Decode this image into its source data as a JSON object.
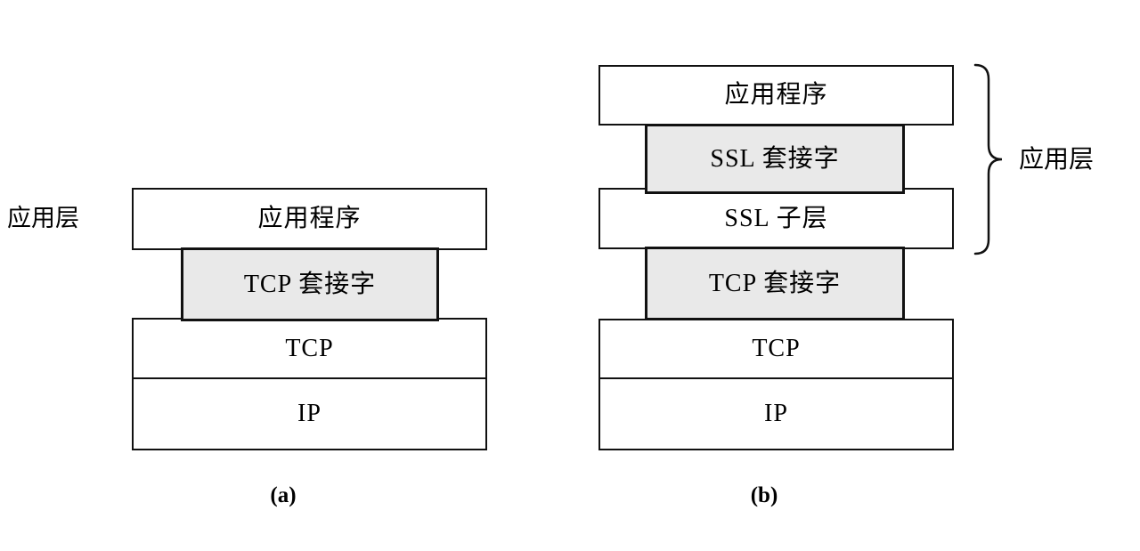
{
  "figure": {
    "colors": {
      "background": "#ffffff",
      "box_fill": "#ffffff",
      "socket_fill": "#e9e9e9",
      "border": "#111111",
      "text": "#000000"
    },
    "diagram_a": {
      "side_label": "应用层",
      "layers": {
        "app": "应用程序",
        "tcp_socket": "TCP 套接字",
        "tcp": "TCP",
        "ip": "IP"
      },
      "caption": "(a)"
    },
    "diagram_b": {
      "layers": {
        "app": "应用程序",
        "ssl_socket": "SSL 套接字",
        "ssl_sublayer": "SSL 子层",
        "tcp_socket": "TCP 套接字",
        "tcp": "TCP",
        "ip": "IP"
      },
      "brace_label": "应用层",
      "caption": "(b)"
    }
  }
}
